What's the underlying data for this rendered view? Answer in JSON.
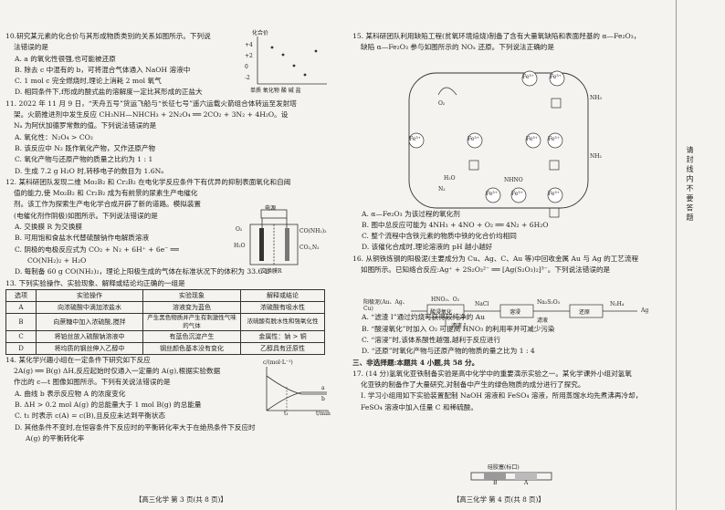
{
  "left": {
    "q10": {
      "stem1": "10.研究某元素的化合价与其形成物质类别的关系如图所示。下列说",
      "stem2": "法错误的是",
      "opts": [
        "A. a 的氧化性很强,也可能被还原",
        "B. 除去 c 中混有的 b，可将混合气体通入 NaOH 溶液中",
        "C. 1 mol c 完全燃烧时,理论上消耗 2 mol 氧气",
        "D. 相同条件下,f形成的酸式盐的溶解度一定比其形成的正盐大"
      ],
      "chart_axis_label": "化合价",
      "chart_ticks": [
        "+4",
        "+2",
        "0",
        "-2"
      ],
      "chart_xlabel": "单质 氧化物 酸 碱 盐"
    },
    "q11": {
      "lines": [
        "11. 2022 年 11 月 9 日，“天舟五号”货运飞船与“长征七号”遥六运载火箭组合体转运至发射塔",
        "架。火箭推进剂中发生反应 CH₃NH—NHCH₃ + 2N₂O₄ ══ 2CO₂ + 3N₂ + 4H₂O。设",
        "Nₐ 为阿伏加德罗常数的值。下列说法错误的是"
      ],
      "opts": [
        "A. 氧化性：N₂O₄ > CO₂",
        "B. 该反应中 N₂ 既作氧化产物，又作还原产物",
        "C. 氧化产物与还原产物的质量之比约为 1 : 1",
        "D. 生成 7.2 g H₂O 时,转移电子的数目为 1.6Nₐ"
      ]
    },
    "q12": {
      "lines": [
        "12. 某科研团队发现二维 Mo₂B₂ 和 Cr₂B₂ 在电化学反应条件下有优异的抑制表面氧化和自阈",
        "值的能力,使 Mo₂B₂ 和 Cr₂B₂ 成为有前景的尿素生产电催化",
        "剂。该工作为探索生产电化学合成开辟了新的道路。模拟装置",
        "(电催化剂作阴极)如图所示。下列说法错误的是"
      ],
      "opts": [
        "A. 交换膜 R 为交换膜",
        "B. 可用饱和食盐水代替硫酸钠作电解质溶液",
        "C. 阴极的电极反应式为 CO₂ + N₂ + 6H⁺ + 6e⁻ ══",
        "CO(NH₂)₂ + H₂O",
        "D. 每制备 60 g CO(NH₂)₂，理论上阳极生成的气体在标准状况下的体积为 33.6 L"
      ],
      "diagram": {
        "top": "电源",
        "label_o2": "O₂",
        "label_h2o": "H₂O",
        "label_urea": "CO(NH₂)₂",
        "label_co2": "CO₂,N₂",
        "label_membrane": "交换膜R"
      }
    },
    "q13": {
      "stem": "13. 下列实验操作、实验现象、解释或结论均正确的一组是",
      "headers": [
        "选项",
        "实验操作",
        "实验现象",
        "解释或结论"
      ],
      "rows": [
        [
          "A",
          "向浓硫酸中滴加浓盐水",
          "溶液变为蓝色",
          "浓硫酸有吸水性"
        ],
        [
          "B",
          "向蔗糖中加入浓硫酸,搅拌",
          "产生黑色物质并产生有刺激性气味的气体",
          "浓硫酸有脱水性和强氧化性"
        ],
        [
          "C",
          "将铂丝放入硫酸钠溶液中",
          "有蓝色沉淀产生",
          "金属性：钠 > 铜"
        ],
        [
          "D",
          "将均质的钢丝伸入乙醇中",
          "钢丝颜色基本没有变化",
          "乙醇具有还原性"
        ]
      ]
    },
    "q14": {
      "lines": [
        "14. 某化学兴趣小组在一定条件下研究如下反应",
        "2A(g) ══ B(g)  ΔH,反应起始时仅通入一定量的 A(g),根据实验数据",
        "作出的 c—t 图像如图所示。下列有关说法错误的是"
      ],
      "opts": [
        "A. 曲线 b 表示反应物 A 的浓度变化",
        "B. ΔH > 0.2 mol A(g) 的总能量大于 1 mol B(g) 的总能量",
        "C. t₁ 时表示 c(A) = c(B),且反应未达到平衡状态",
        "D. 其他条件不变时,在恒容条件下反应时的平衡转化率大于在绝热条件下反应时",
        "A(g) 的平衡转化率"
      ],
      "chart_ylabel": "c/(mol·L⁻¹)",
      "chart_xlabel": "t/min",
      "chart_t1": "t₁",
      "chart_curve_a": "a",
      "chart_curve_b": "b"
    },
    "footer": "【高三化学   第 3 页(共 8 页)】"
  },
  "right": {
    "q15": {
      "lines": [
        "15. 某科研团队利用缺陷工程(贫氧环境焙烧)制备了含有大量氧缺陷和表面羟基的 α—Fe₂O₃，",
        "缺陷 α—Fe₂O₃ 参与如图所示的 NOₓ 还原。下列说法正确的是"
      ],
      "opts": [
        "A. α—Fe₂O₃ 为该过程的氧化剂",
        "B. 图中总反应可能为 4NH₃ + 4NO + O₂ ══ 4N₂ + 6H₂O",
        "C. 整个流程中含铁元素的物质中铁的化合价均相同",
        "D. 该催化合成时,理论溶液的 pH 越小越好"
      ],
      "diagram": {
        "fe": "Fe³⁺",
        "o2": "O₂",
        "nh3": "NH₃",
        "n2": "N₂",
        "h2o": "H₂O",
        "hno": "NHNO",
        "nh2": "NH₂"
      }
    },
    "q16": {
      "lines": [
        "16. 从铜铁炼钢的阳极泥(主要成分为 Cu、Ag、C、Au 等)中回收金属 Au 与 Ag 的工艺流程",
        "如图所示。已知络合反应:Ag⁺ + 2S₂O₃²⁻ ══ [Ag(S₂O₃)₂]³⁻。下列说法错误的是"
      ],
      "opts": [
        "A. “滤渣 I”通过灼烧可获得较纯净的 Au",
        "B. “酸浸氧化”时加入 O₂ 可提高 HNO₃ 的利用率并可减少污染",
        "C. “溶浸”时,该体系酸性越强,越利于反应进行",
        "D. “还原”时氧化产物与还原产物的物质的量之比为 1 : 4"
      ],
      "flow": {
        "start": "阳极泥(Au、Ag、Cu)",
        "r1": "HNO₃、O₂",
        "r2": "NaCl",
        "r3": "Na₂S₂O₃",
        "r4": "N₂H₄",
        "s1": "酸浸氧化",
        "s2": "溶浸",
        "s3": "还原",
        "out1": "滤渣 I",
        "out2": "滤液",
        "end": "Ag"
      }
    },
    "sec3": "三、非选择题:本题共 4 小题,共 58 分。",
    "q17": {
      "lines": [
        "17. (14 分)氢氧化亚铁制备实验是高中化学中的重要演示实验之一。某化学课外小组对氢氧",
        "化亚铁的制备作了大量研究,对制备中产生的绿色物质的成分进行了探究。",
        "I. 学习小组用如下实验装置配制 NaOH 溶液和 FeSO₄ 溶液，所用蒸馏水均先煮沸再冷却，",
        "FeSO₄ 溶液中加入佳量 C 和稀硫酸。"
      ],
      "device_top": "硅胶塞(标口)",
      "device_a": "A",
      "device_b": "B"
    },
    "footer": "【高三化学   第 4 页(共 8 页)】"
  },
  "side": {
    "text": "请   封   线   内   不   要   答   题"
  }
}
